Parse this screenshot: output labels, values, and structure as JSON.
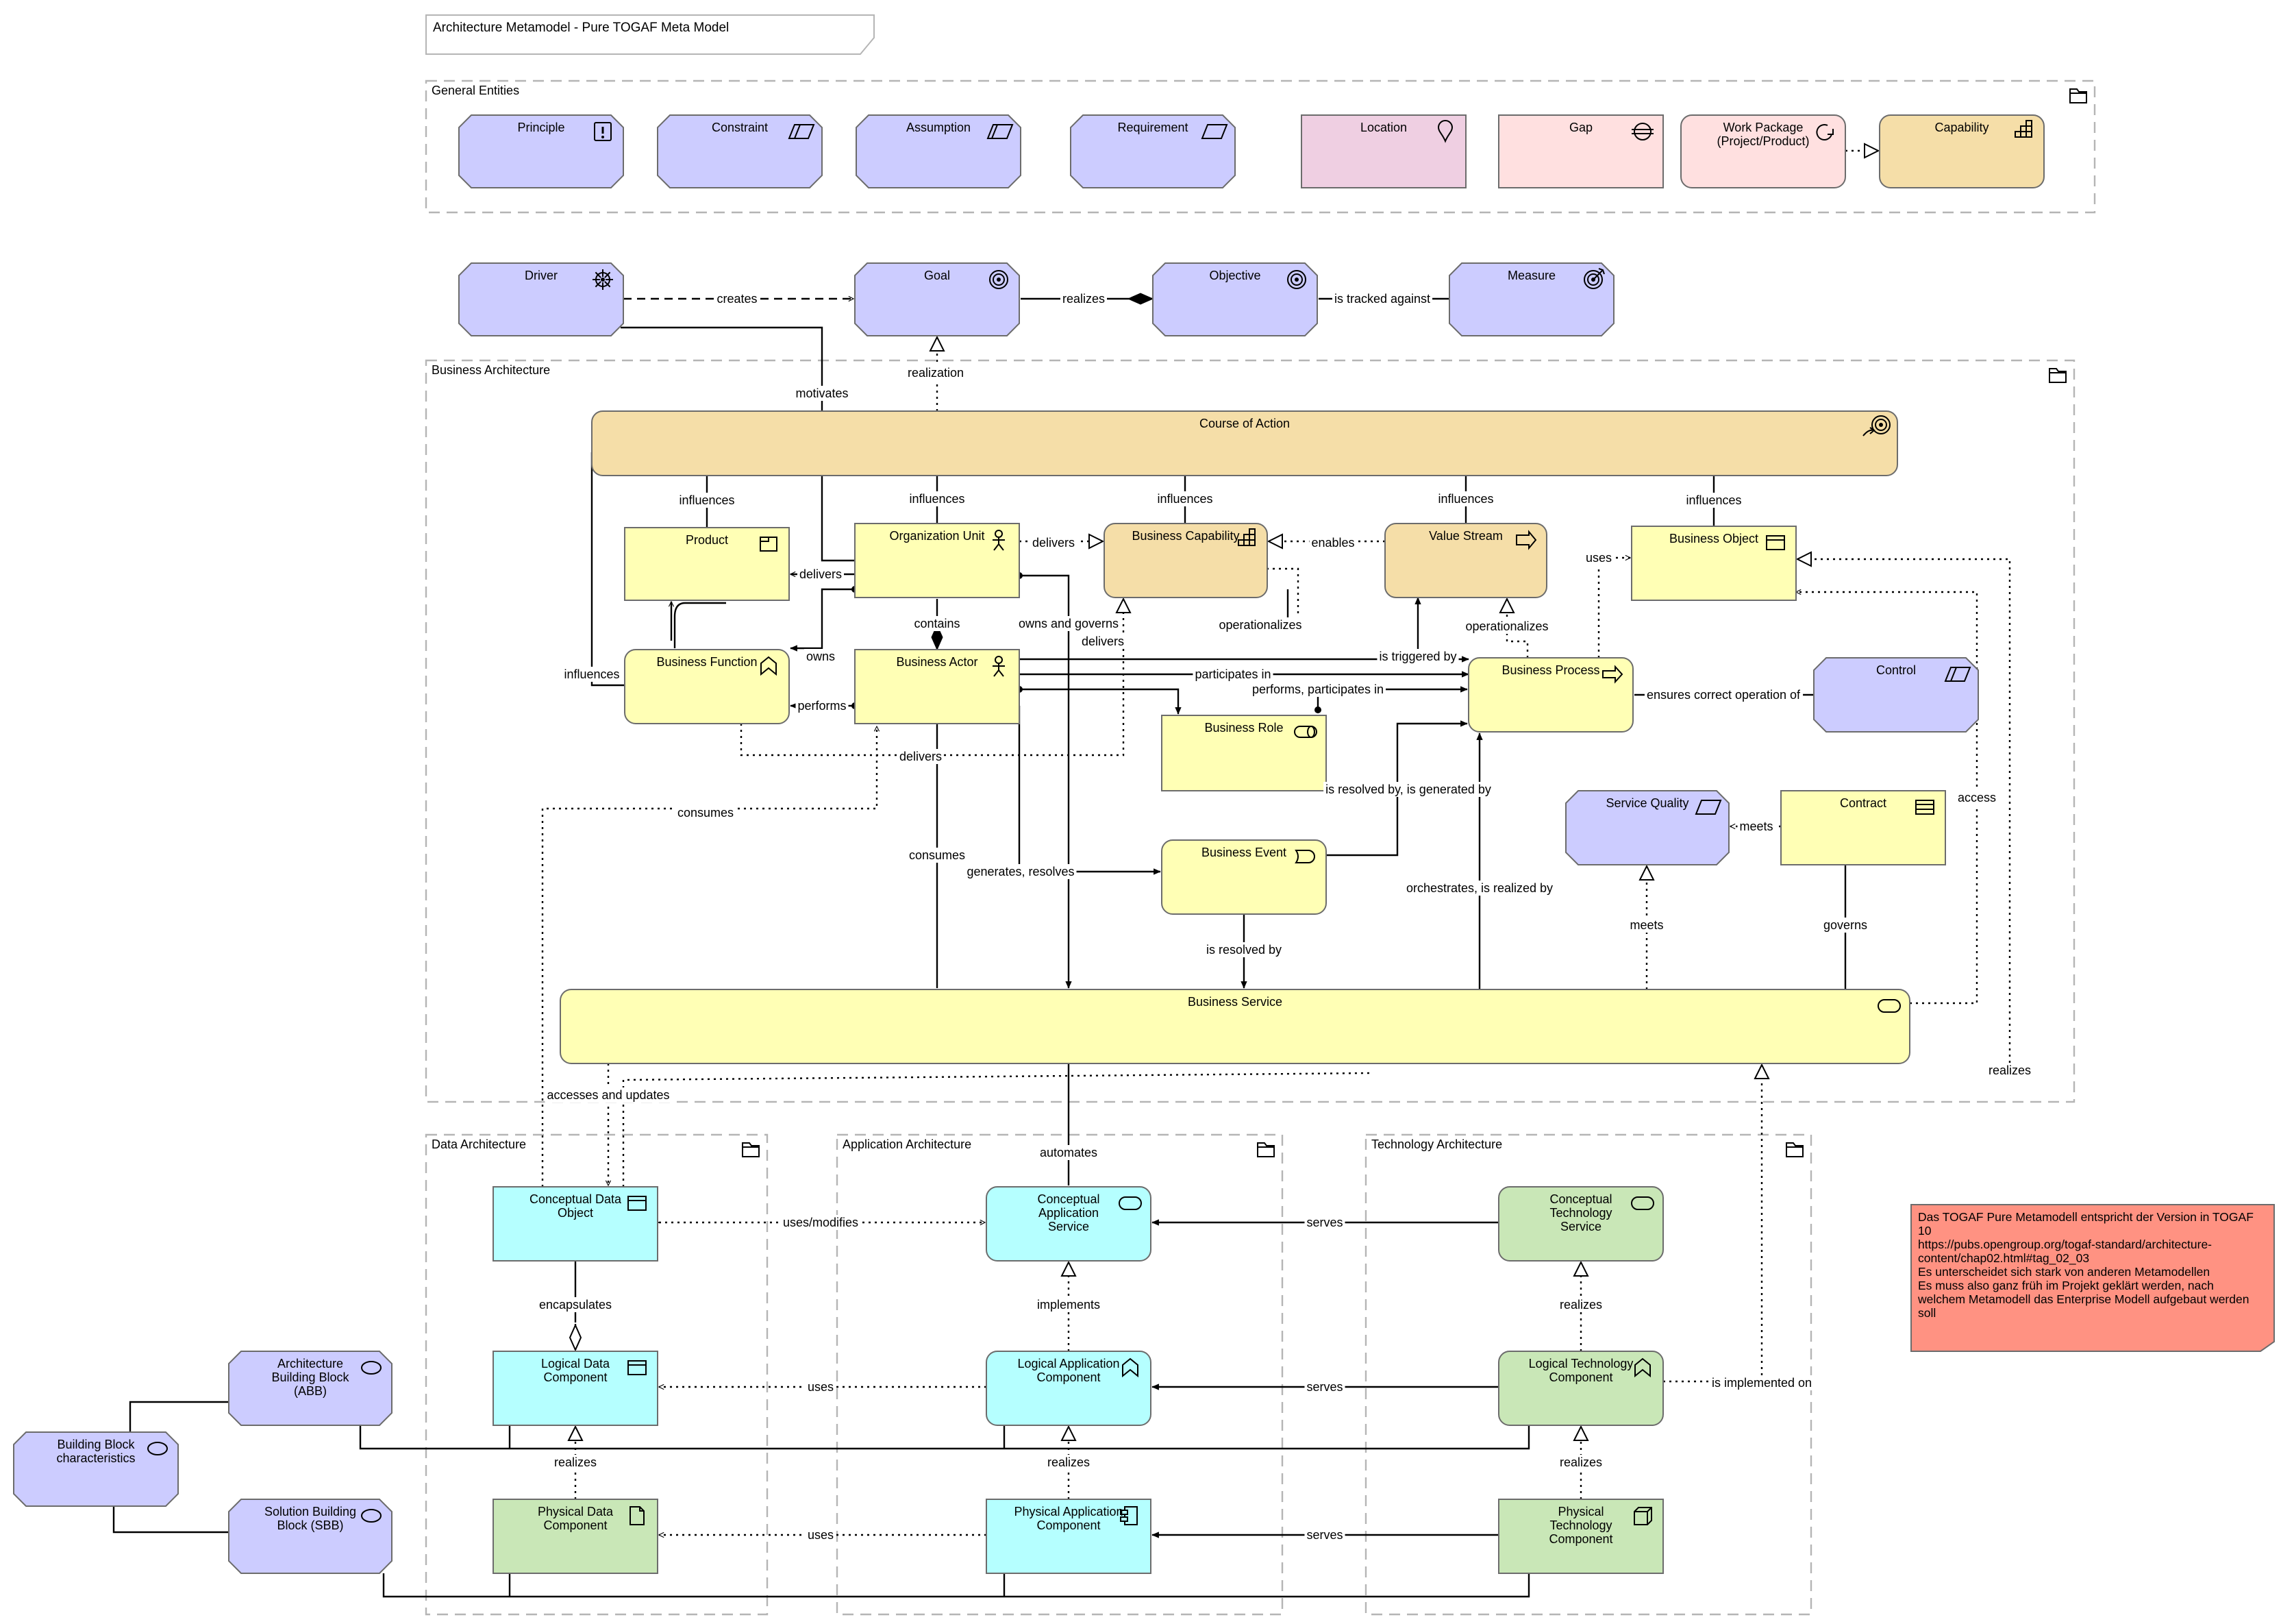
{
  "title": "Architecture Metamodel - Pure TOGAF Meta Model",
  "colors": {
    "motivation": "#ccccff",
    "location": "#efcfe2",
    "implementation": "#ffe0e0",
    "strategy": "#f5dea8",
    "business": "#ffffb5",
    "application": "#b5ffff",
    "technology": "#c9e7b7",
    "note": "#ff9282"
  },
  "groups": [
    {
      "id": "g_general",
      "name": "General Entities"
    },
    {
      "id": "g_business",
      "name": "Business Architecture"
    },
    {
      "id": "g_data",
      "name": "Data Architecture"
    },
    {
      "id": "g_app",
      "name": "Application Architecture"
    },
    {
      "id": "g_tech",
      "name": "Technology Architecture"
    }
  ],
  "elements": [
    {
      "id": "principle",
      "label": "Principle",
      "type": "motivation",
      "icon": "principle-icon"
    },
    {
      "id": "constraint",
      "label": "Constraint",
      "type": "motivation",
      "icon": "constraint-icon"
    },
    {
      "id": "assumption",
      "label": "Assumption",
      "type": "motivation",
      "icon": "assumption-icon"
    },
    {
      "id": "requirement",
      "label": "Requirement",
      "type": "motivation",
      "icon": "requirement-icon"
    },
    {
      "id": "location",
      "label": "Location",
      "type": "location",
      "icon": "location-pin-icon"
    },
    {
      "id": "gap",
      "label": "Gap",
      "type": "implementation",
      "icon": "gap-icon"
    },
    {
      "id": "workpackage",
      "label": "Work Package\n(Project/Product)",
      "type": "implementation",
      "icon": "work-package-icon"
    },
    {
      "id": "capability",
      "label": "Capability",
      "type": "strategy",
      "icon": "capability-icon"
    },
    {
      "id": "driver",
      "label": "Driver",
      "type": "motivation",
      "icon": "driver-icon"
    },
    {
      "id": "goal",
      "label": "Goal",
      "type": "motivation",
      "icon": "goal-icon"
    },
    {
      "id": "objective",
      "label": "Objective",
      "type": "motivation",
      "icon": "goal-icon"
    },
    {
      "id": "measure",
      "label": "Measure",
      "type": "motivation",
      "icon": "outcome-icon"
    },
    {
      "id": "courseofaction",
      "label": "Course of Action",
      "type": "strategy",
      "icon": "course-of-action-icon"
    },
    {
      "id": "product",
      "label": "Product",
      "type": "business",
      "icon": "product-icon"
    },
    {
      "id": "orgunit",
      "label": "Organization Unit",
      "type": "business",
      "icon": "actor-icon"
    },
    {
      "id": "bizcapability",
      "label": "Business Capability",
      "type": "strategy",
      "icon": "capability-icon"
    },
    {
      "id": "valuestream",
      "label": "Value Stream",
      "type": "strategy",
      "icon": "value-stream-icon"
    },
    {
      "id": "bizobject",
      "label": "Business Object",
      "type": "business",
      "icon": "business-object-icon"
    },
    {
      "id": "bizfunction",
      "label": "Business Function",
      "type": "business",
      "icon": "function-icon"
    },
    {
      "id": "bizactor",
      "label": "Business Actor",
      "type": "business",
      "icon": "actor-icon"
    },
    {
      "id": "bizrole",
      "label": "Business Role",
      "type": "business",
      "icon": "role-icon"
    },
    {
      "id": "bizprocess",
      "label": "Business Process",
      "type": "business",
      "icon": "process-icon"
    },
    {
      "id": "control",
      "label": "Control",
      "type": "motivation",
      "icon": "constraint-icon"
    },
    {
      "id": "servicequality",
      "label": "Service Quality",
      "type": "motivation",
      "icon": "requirement-icon"
    },
    {
      "id": "contract",
      "label": "Contract",
      "type": "business",
      "icon": "contract-icon"
    },
    {
      "id": "bizevent",
      "label": "Business Event",
      "type": "business",
      "icon": "event-icon"
    },
    {
      "id": "bizservice",
      "label": "Business Service",
      "type": "business",
      "icon": "service-icon"
    },
    {
      "id": "concdataobj",
      "label": "Conceptual Data\nObject",
      "type": "application",
      "icon": "business-object-icon"
    },
    {
      "id": "logdatacomp",
      "label": "Logical Data\nComponent",
      "type": "application",
      "icon": "business-object-icon"
    },
    {
      "id": "physdatacomp",
      "label": "Physical Data\nComponent",
      "type": "technology",
      "icon": "artifact-icon"
    },
    {
      "id": "concappsvc",
      "label": "Conceptual\nApplication\nService",
      "type": "application",
      "icon": "service-icon"
    },
    {
      "id": "logappcomp",
      "label": "Logical Application\nComponent",
      "type": "application",
      "icon": "function-icon"
    },
    {
      "id": "physappcomp",
      "label": "Physical Application\nComponent",
      "type": "application",
      "icon": "component-icon"
    },
    {
      "id": "conctechsvc",
      "label": "Conceptual\nTechnology\nService",
      "type": "technology",
      "icon": "service-icon"
    },
    {
      "id": "logtechcomp",
      "label": "Logical Technology\nComponent",
      "type": "technology",
      "icon": "function-icon"
    },
    {
      "id": "phystechcomp",
      "label": "Physical\nTechnology\nComponent",
      "type": "technology",
      "icon": "node-icon"
    },
    {
      "id": "abb",
      "label": "Architecture\nBuilding Block\n(ABB)",
      "type": "motivation",
      "icon": "meaning-icon"
    },
    {
      "id": "bbchar",
      "label": "Building Block\ncharacteristics",
      "type": "motivation",
      "icon": "meaning-icon"
    },
    {
      "id": "sbb",
      "label": "Solution Building\nBlock (SBB)",
      "type": "motivation",
      "icon": "meaning-icon"
    }
  ],
  "edge_labels": [
    {
      "id": "creates",
      "text": "creates"
    },
    {
      "id": "realizes_goal",
      "text": "realizes"
    },
    {
      "id": "tracked",
      "text": "is tracked against"
    },
    {
      "id": "realization",
      "text": "realization"
    },
    {
      "id": "motivates",
      "text": "motivates"
    },
    {
      "id": "infl_product",
      "text": "influences"
    },
    {
      "id": "infl_org",
      "text": "influences"
    },
    {
      "id": "infl_bcap",
      "text": "influences"
    },
    {
      "id": "infl_vs",
      "text": "influences"
    },
    {
      "id": "infl_bobj",
      "text": "influences"
    },
    {
      "id": "infl_bfunc",
      "text": "influences"
    },
    {
      "id": "delivers_cap",
      "text": "delivers"
    },
    {
      "id": "enables",
      "text": "enables"
    },
    {
      "id": "uses_bobj",
      "text": "uses"
    },
    {
      "id": "delivers_prod",
      "text": "delivers"
    },
    {
      "id": "contains",
      "text": "contains"
    },
    {
      "id": "owns_governs",
      "text": "owns and governs"
    },
    {
      "id": "delivers_mid",
      "text": "delivers"
    },
    {
      "id": "operationalizes_cap",
      "text": "operationalizes"
    },
    {
      "id": "operationalizes_vs",
      "text": "operationalizes"
    },
    {
      "id": "owns",
      "text": "owns"
    },
    {
      "id": "triggered",
      "text": "is triggered by"
    },
    {
      "id": "participates",
      "text": "participates in"
    },
    {
      "id": "performs_participates",
      "text": "performs, participates in"
    },
    {
      "id": "performs",
      "text": "performs"
    },
    {
      "id": "ensures",
      "text": "ensures correct operation of"
    },
    {
      "id": "delivers_low",
      "text": "delivers"
    },
    {
      "id": "consumes_left",
      "text": "consumes"
    },
    {
      "id": "resolved_generated",
      "text": "is resolved by, is generated by"
    },
    {
      "id": "meets_contract",
      "text": "meets"
    },
    {
      "id": "access",
      "text": "access"
    },
    {
      "id": "consumes_mid",
      "text": "consumes"
    },
    {
      "id": "generates_resolves",
      "text": "generates, resolves"
    },
    {
      "id": "orchestrates",
      "text": "orchestrates, is realized by"
    },
    {
      "id": "meets_sq",
      "text": "meets"
    },
    {
      "id": "governs",
      "text": "governs"
    },
    {
      "id": "resolved_by",
      "text": "is resolved by"
    },
    {
      "id": "realizes_right",
      "text": "realizes"
    },
    {
      "id": "accesses_updates",
      "text": "accesses and updates"
    },
    {
      "id": "automates",
      "text": "automates"
    },
    {
      "id": "uses_modifies",
      "text": "uses/modifies"
    },
    {
      "id": "serves_top",
      "text": "serves"
    },
    {
      "id": "encapsulates",
      "text": "encapsulates"
    },
    {
      "id": "implements",
      "text": "implements"
    },
    {
      "id": "realizes_tech",
      "text": "realizes"
    },
    {
      "id": "uses_mid",
      "text": "uses"
    },
    {
      "id": "serves_mid",
      "text": "serves"
    },
    {
      "id": "implemented_on",
      "text": "is implemented on"
    },
    {
      "id": "realizes_data",
      "text": "realizes"
    },
    {
      "id": "realizes_app",
      "text": "realizes"
    },
    {
      "id": "realizes_tech2",
      "text": "realizes"
    },
    {
      "id": "uses_low",
      "text": "uses"
    },
    {
      "id": "serves_low",
      "text": "serves"
    }
  ],
  "note": {
    "lines": [
      "Das TOGAF Pure Metamodell entspricht der Version in TOGAF",
      "10",
      "https://pubs.opengroup.org/togaf-standard/architecture-",
      "content/chap02.html#tag_02_03",
      "Es unterscheidet sich stark von anderen Metamodellen",
      "Es muss also ganz früh im Projekt geklärt werden, nach",
      "welchem Metamodell das Enterprise Modell aufgebaut werden",
      "soll"
    ]
  }
}
